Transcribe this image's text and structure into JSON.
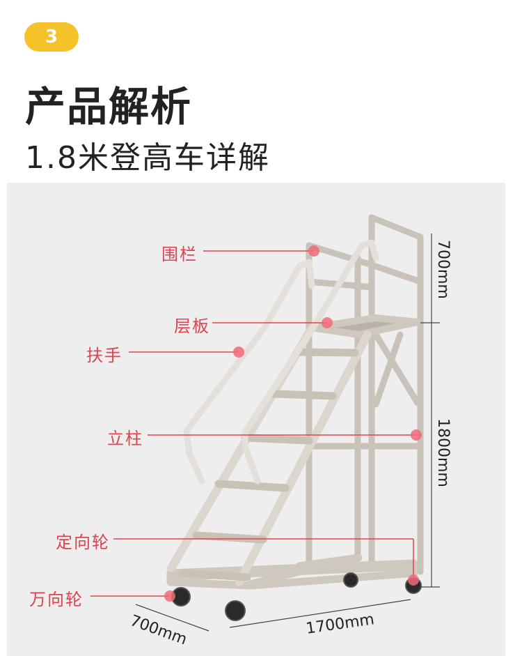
{
  "badge": "3",
  "title": "产品解析",
  "subtitle": "1.8米登高车详解",
  "callouts": {
    "guardrail": "围栏",
    "platform": "层板",
    "handrail": "扶手",
    "column": "立柱",
    "fixed_wheel": "定向轮",
    "swivel_wheel": "万向轮"
  },
  "dimensions": {
    "rail_height": "700mm",
    "platform_height": "1800mm",
    "length": "1700mm",
    "width": "700mm"
  },
  "colors": {
    "accent": "#f5c22a",
    "callout": "#e0424f",
    "frame": "#dcd6ce"
  }
}
